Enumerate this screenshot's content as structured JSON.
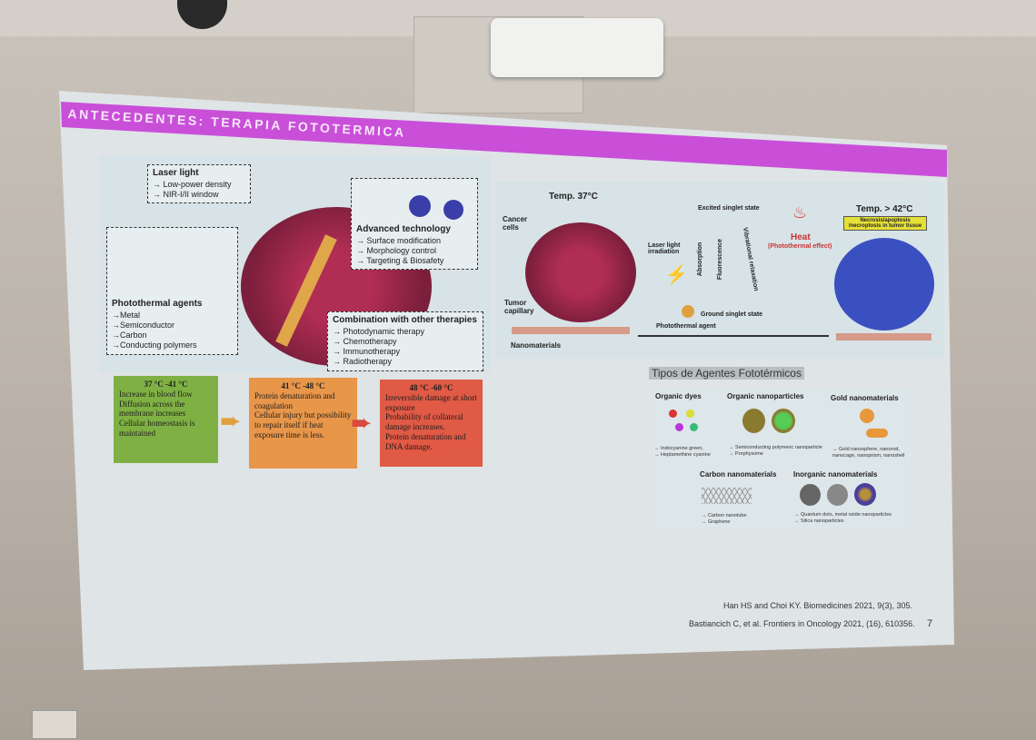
{
  "slide": {
    "title": "ANTECEDENTES: TERAPIA FOTOTERMICA",
    "page_number": "7",
    "left_figure": {
      "laser": {
        "title": "Laser light",
        "items": [
          "→ Low-power density",
          "→ NIR-I/II window"
        ]
      },
      "advanced": {
        "title": "Advanced technology",
        "items": [
          "→ Surface modification",
          "→ Morphology control",
          "→ Targeting & Biosafety"
        ]
      },
      "agents": {
        "title": "Photothermal agents",
        "items": [
          "→Metal",
          "→Semiconductor",
          "→Carbon",
          "→Conducting polymers"
        ]
      },
      "combination": {
        "title": "Combination with other therapies",
        "items": [
          "→ Photodynamic therapy",
          "→ Chemotherapy",
          "→ Immunotherapy",
          "→ Radiotherapy"
        ]
      }
    },
    "temperature_boxes": [
      {
        "range": "37 °C -41 °C",
        "items": [
          "Increase in blood flow",
          "Diffusion across the membrane increases",
          "Cellular homeostasis is maintained"
        ],
        "color": "#7fb043"
      },
      {
        "range": "41 °C -48 °C",
        "items": [
          "Protein denaturation and coagulation",
          "Cellular injury but possibility to repair itself if heat exposure time is less."
        ],
        "color": "#e8964a"
      },
      {
        "range": "48 °C -60 °C",
        "items": [
          "Irreversible damage at short exposure",
          "Probability of collateral damage increases.",
          "Protein denaturation and DNA damage."
        ],
        "color": "#e05a45"
      }
    ],
    "right_figure": {
      "temp_start": "Temp. 37°C",
      "temp_end": "Temp. > 42°C",
      "cancer_cells": "Cancer cells",
      "tumor_capillary": "Tumor capillary",
      "nanomaterials": "Nanomaterials",
      "laser": "Laser light irradiation",
      "excited": "Excited singlet state",
      "ground": "Ground singlet state",
      "absorption": "Absorption",
      "fluorescence": "Fluorescence",
      "vibrational": "Vibrational relaxation",
      "heat": "Heat",
      "heat_sub": "(Photothermal effect)",
      "agent": "Photothermal agent",
      "necrosis": "Necrosis/apoptosis /necroptosis in tumor tissue"
    },
    "types": {
      "title": "Tipos de Agentes Fototérmicos",
      "categories": [
        {
          "name": "Organic dyes",
          "items": [
            "→ Indocyanine green,",
            "→ Heptamethine cyanine"
          ]
        },
        {
          "name": "Organic nanoparticles",
          "items": [
            "→ Semiconducting polymeric nanoparticle",
            "→ Porphysome"
          ]
        },
        {
          "name": "Gold nanomaterials",
          "items": [
            "→ Gold nanosphere, nanorod,",
            "nanocage, nanoprism, nanoshell"
          ]
        },
        {
          "name": "Carbon nanomaterials",
          "items": [
            "→ Carbon nanotube",
            "→ Graphene"
          ]
        },
        {
          "name": "Inorganic nanomaterials",
          "items": [
            "→ Quantum dots, metal oxide nanoparticles",
            "→ Silica nanoparticles"
          ]
        }
      ]
    },
    "citations": [
      "Han HS and Choi KY. Biomedicines 2021, 9(3), 305.",
      "Bastiancich C, et al. Frontiers in Oncology 2021, (16), 610356."
    ]
  }
}
